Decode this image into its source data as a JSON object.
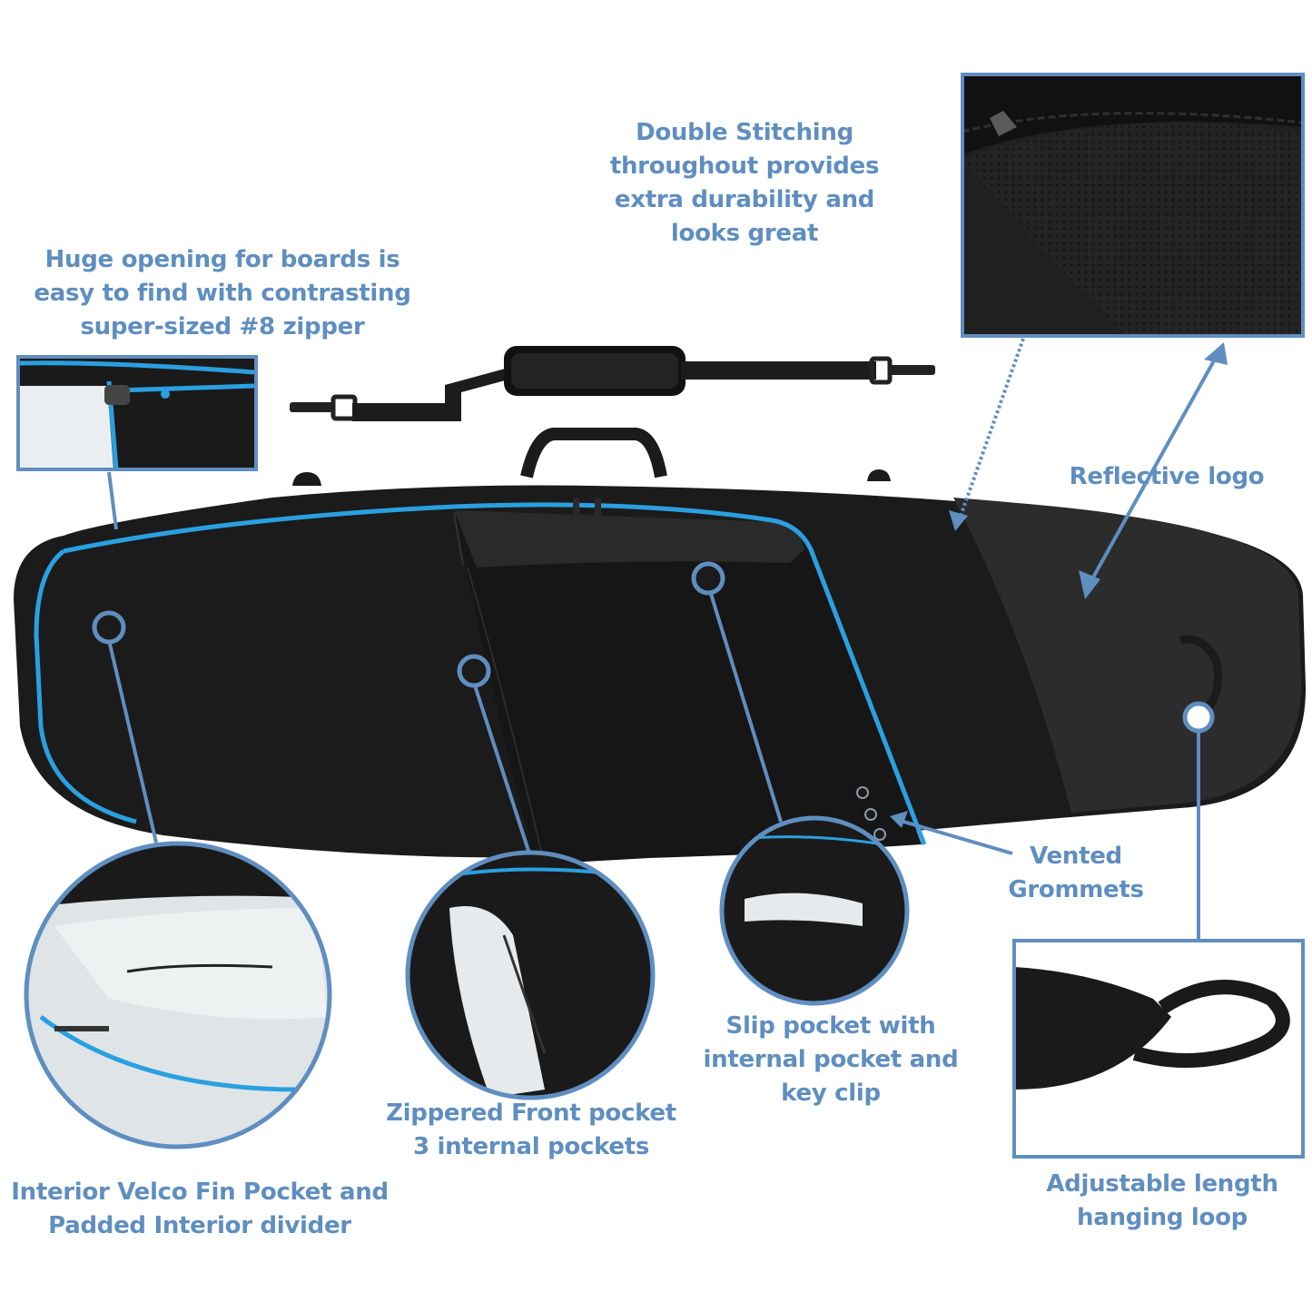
{
  "colors": {
    "accent": "#5f8ec0",
    "zipper": "#2aa0e0",
    "bag": "#1a1a1a",
    "bag_panel": "#2b2b2b",
    "liner": "#e9ecee"
  },
  "callouts": {
    "double_stitching": [
      "Double Stitching",
      "throughout provides",
      "extra durability and",
      "looks great"
    ],
    "huge_opening": [
      "Huge opening for boards is",
      "easy to find with contrasting",
      "super-sized #8 zipper"
    ],
    "reflective_logo": [
      "Reflective logo"
    ],
    "vented_grommets": [
      "Vented",
      "Grommets"
    ],
    "slip_pocket": [
      "Slip pocket with",
      "internal pocket and",
      "key clip"
    ],
    "zippered_front": [
      "Zippered Front pocket",
      "3 internal pockets"
    ],
    "interior_fin": [
      "Interior Velco Fin Pocket and",
      "Padded Interior divider"
    ],
    "hanging_loop": [
      "Adjustable length",
      "hanging loop"
    ]
  },
  "icons": {
    "callout_marker": "ring-marker-icon",
    "grommet": "grommet-icon"
  }
}
